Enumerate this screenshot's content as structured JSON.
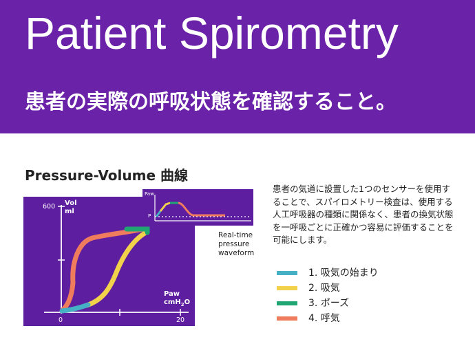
{
  "header": {
    "title": "Patient Spirometry",
    "subtitle": "患者の実際の呼吸状態を確認すること。"
  },
  "section": {
    "title": "Pressure-Volume 曲線",
    "description": "患者の気道に設置した1つのセンサーを使用することで、スパイロメトリー検査は、使用する人工呼吸器の種類に関係なく、患者の換気状態を一呼吸ごとに正確かつ容易に評価することを可能にします。"
  },
  "chart": {
    "y_label_1": "Vol",
    "y_label_2": "ml",
    "y_max_label": "600",
    "x_label_1": "Paw",
    "x_label_2": "cmH",
    "x_label_sub": "2",
    "x_label_3": "O",
    "x_min_label": "0",
    "x_max_label": "20"
  },
  "inset": {
    "y_label": "Paw",
    "p_label": "P",
    "caption_1": "Real-time",
    "caption_2": "pressure",
    "caption_3": "waveform"
  },
  "legend": [
    {
      "label": "1. 吸気の始まり",
      "color": "#46b0c4"
    },
    {
      "label": "2. 吸気",
      "color": "#f2d24a"
    },
    {
      "label": "3. ポーズ",
      "color": "#1fa673"
    },
    {
      "label": "4. 呼気",
      "color": "#f07c5e"
    }
  ],
  "colors": {
    "header_bg": "#6a22a8",
    "chart_bg": "#5e1ea0"
  }
}
